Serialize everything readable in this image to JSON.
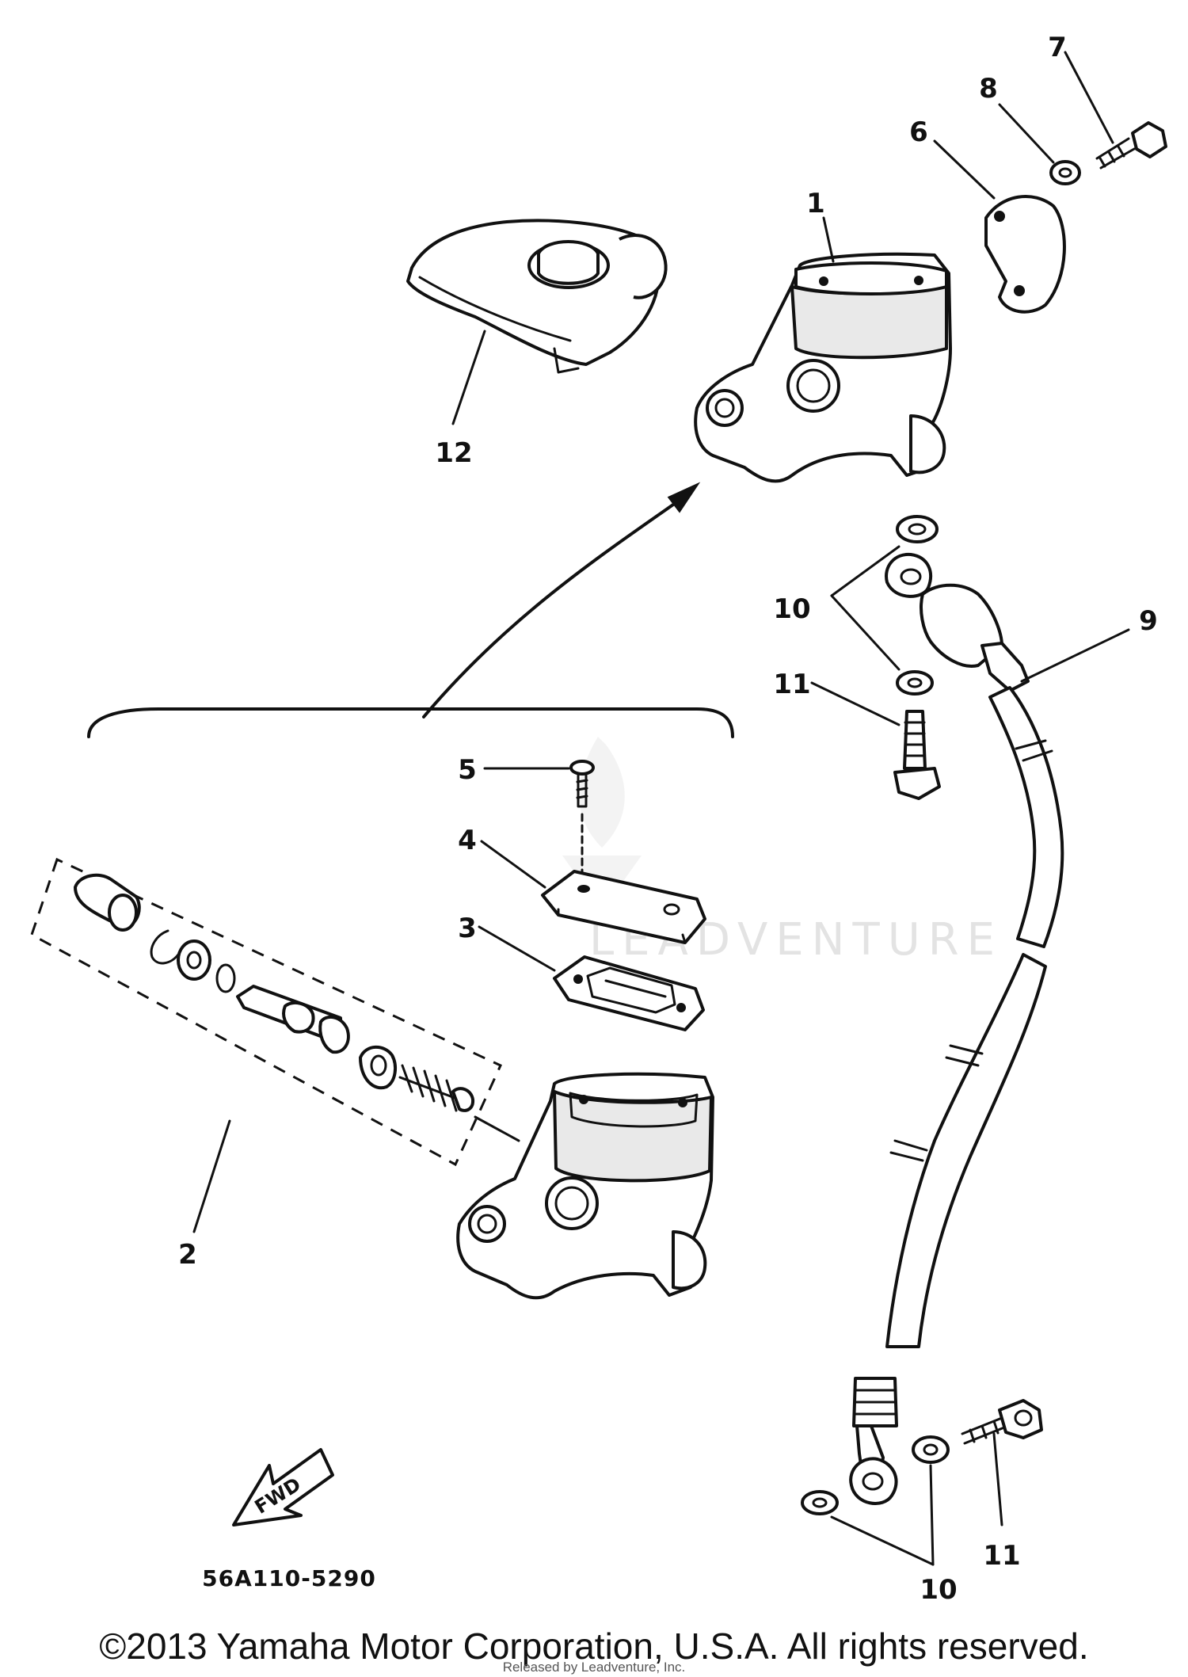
{
  "diagram": {
    "part_number": "56A110-5290",
    "fwd_label": "FWD",
    "watermark": "LEADVENTURE",
    "copyright": "©2013 Yamaha Motor Corporation, U.S.A. All rights reserved.",
    "footer_note": "Released by Leadventure, Inc.",
    "callouts": {
      "c1": "1",
      "c2": "2",
      "c3": "3",
      "c4": "4",
      "c5": "5",
      "c6": "6",
      "c7": "7",
      "c8": "8",
      "c9": "9",
      "c10a": "10",
      "c10b": "10",
      "c11a": "11",
      "c11b": "11",
      "c12": "12"
    }
  }
}
